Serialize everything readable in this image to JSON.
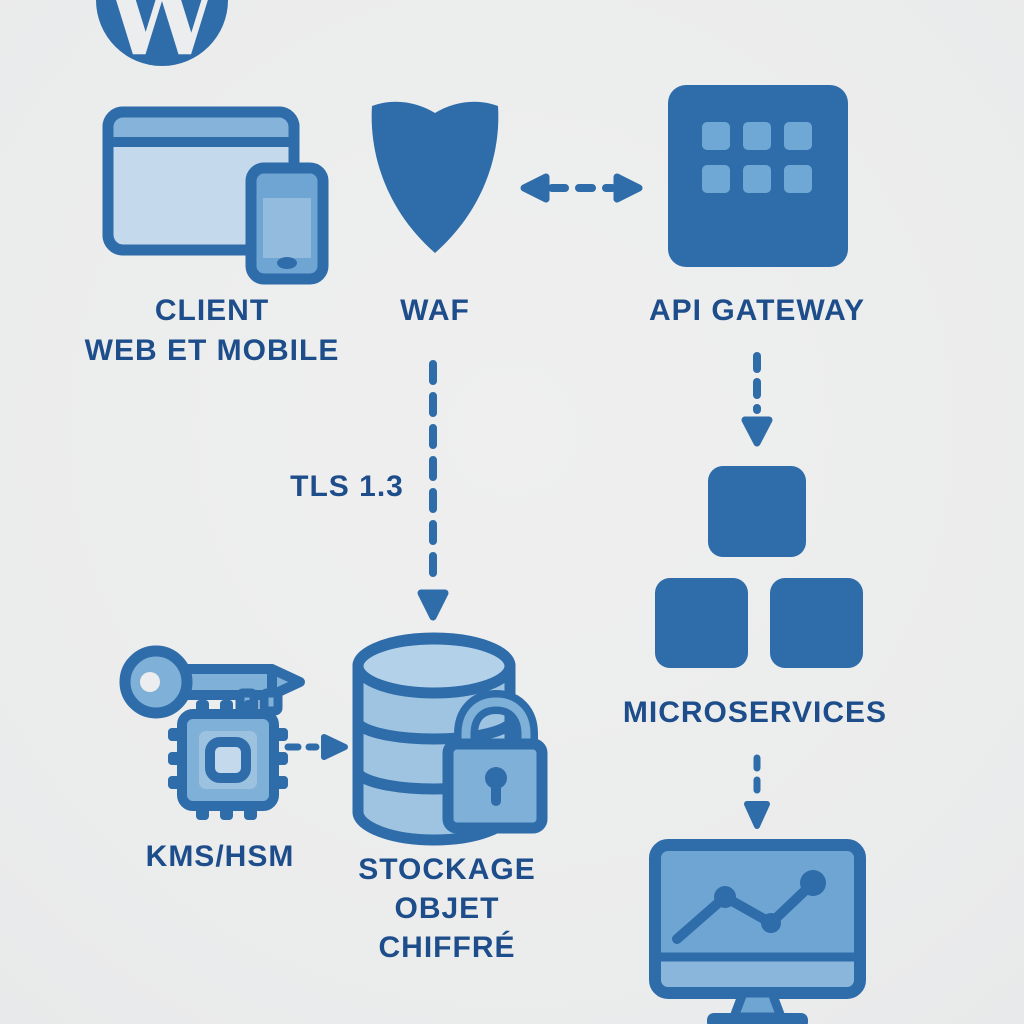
{
  "colors": {
    "background": "#ecedee",
    "accent_blue": "#2e6caa",
    "fill_light": "#c5d9ec",
    "fill_medium": "#6fa5d2",
    "fill_soft": "#9ec4e2",
    "fill_steel": "#7fb0d8",
    "text_blue": "#1d4d8a"
  },
  "logo": {
    "letter": "W",
    "icon": "wordpress-w-logo"
  },
  "nodes": {
    "client": {
      "label": "CLIENT\nWEB ET MOBILE",
      "icon": "browser-and-phone-icon"
    },
    "waf": {
      "label": "WAF",
      "icon": "shield-icon"
    },
    "api_gateway": {
      "label": "API GATEWAY",
      "icon": "app-grid-icon"
    },
    "microservices": {
      "label": "MICROSERVICES",
      "icon": "three-blocks-icon"
    },
    "kms_hsm": {
      "label": "KMS/HSM",
      "icon": "key-and-chip-icon"
    },
    "storage": {
      "label": "STOCKAGE\nOBJET\nCHIFFRÉ",
      "icon": "database-lock-icon"
    },
    "monitoring": {
      "icon": "monitor-chart-icon"
    }
  },
  "edges": [
    {
      "from": "waf",
      "to": "api_gateway",
      "type": "dashed-double-arrow"
    },
    {
      "from": "api_gateway",
      "to": "microservices",
      "type": "dashed-arrow"
    },
    {
      "from": "waf",
      "to": "storage",
      "type": "dashed-arrow",
      "label": "TLS 1.3"
    },
    {
      "from": "microservices",
      "to": "monitoring",
      "type": "dashed-arrow"
    },
    {
      "from": "kms_hsm",
      "to": "storage",
      "type": "dashed-arrow"
    }
  ]
}
